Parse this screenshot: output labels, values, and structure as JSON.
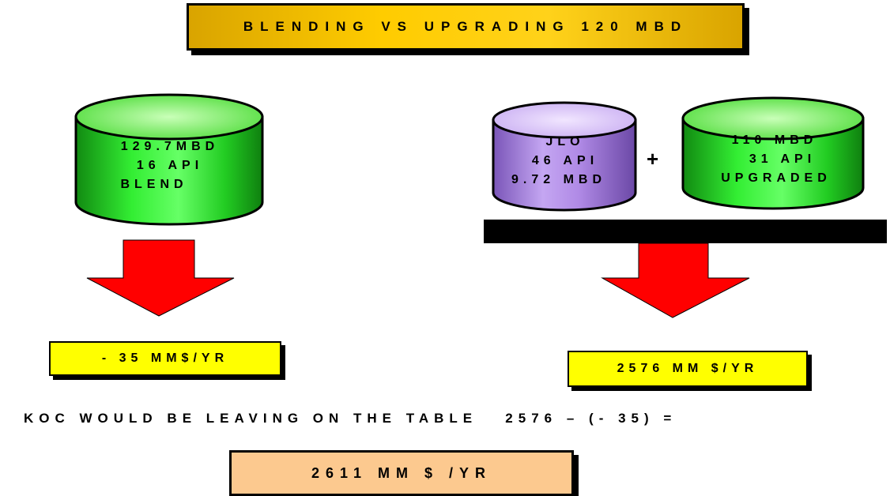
{
  "title": "BLENDING VS UPGRADING 120 MBD",
  "blend_cylinder": {
    "line1": "129.7MBD",
    "line2": "16 API",
    "line3": "BLEND",
    "color": "#22dd22"
  },
  "jlo_cylinder": {
    "line1": "JLO",
    "line2": "46 API",
    "line3": "9.72 MBD",
    "color": "#b58fe8"
  },
  "upgraded_cylinder": {
    "line1": "110 MBD",
    "line2": "31 API",
    "line3": "UPGRADED",
    "color": "#22dd22"
  },
  "plus_sign": "+",
  "arrow_color": "#ff0000",
  "blend_value": "- 35 MM$/YR",
  "upgrade_value": "2576 MM $/YR",
  "statement": "KOC WOULD BE LEAVING ON THE TABLE   2576 – (- 35) =",
  "result_value": "2611 MM $ /YR"
}
